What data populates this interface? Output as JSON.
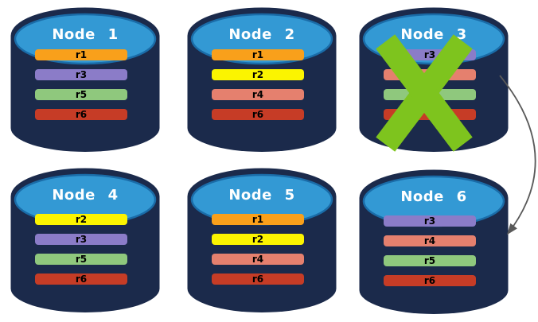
{
  "colors": {
    "cylinder_body": "#1B2A4B",
    "cylinder_outline": "#3A4E6E",
    "cylinder_top": "#3399D4",
    "cylinder_top_stroke": "#1A6CA8",
    "title_text": "#FFFFFF",
    "bar_text": "#000000",
    "replica_r1": "#F9A01B",
    "replica_r2": "#FBF400",
    "replica_r3": "#8B7CC8",
    "replica_r4": "#E5806E",
    "replica_r5": "#8FC87D",
    "replica_r6": "#C63C26"
  },
  "nodes": [
    {
      "title": "Node 1",
      "bars": [
        {
          "label": "r1",
          "color": "#F9A01B"
        },
        {
          "label": "r3",
          "color": "#8B7CC8"
        },
        {
          "label": "r5",
          "color": "#8FC87D"
        },
        {
          "label": "r6",
          "color": "#C63C26"
        }
      ]
    },
    {
      "title": "Node 2",
      "bars": [
        {
          "label": "r1",
          "color": "#F9A01B"
        },
        {
          "label": "r2",
          "color": "#FBF400"
        },
        {
          "label": "r4",
          "color": "#E5806E"
        },
        {
          "label": "r6",
          "color": "#C63C26"
        }
      ]
    },
    {
      "title": "Node 3",
      "bars": [
        {
          "label": "r3",
          "color": "#8B7CC8"
        },
        {
          "label": "",
          "color": "#E5806E"
        },
        {
          "label": "",
          "color": "#8FC87D"
        },
        {
          "label": "",
          "color": "#C63C26"
        }
      ]
    },
    {
      "title": "Node 4",
      "bars": [
        {
          "label": "r2",
          "color": "#FBF400"
        },
        {
          "label": "r3",
          "color": "#8B7CC8"
        },
        {
          "label": "r5",
          "color": "#8FC87D"
        },
        {
          "label": "r6",
          "color": "#C63C26"
        }
      ]
    },
    {
      "title": "Node 5",
      "bars": [
        {
          "label": "r1",
          "color": "#F9A01B"
        },
        {
          "label": "r2",
          "color": "#FBF400"
        },
        {
          "label": "r4",
          "color": "#E5806E"
        },
        {
          "label": "r6",
          "color": "#C63C26"
        }
      ]
    },
    {
      "title": "Node 6",
      "bars": [
        {
          "label": "r3",
          "color": "#8B7CC8"
        },
        {
          "label": "r4",
          "color": "#E5806E"
        },
        {
          "label": "r5",
          "color": "#8FC87D"
        },
        {
          "label": "r6",
          "color": "#C63C26"
        }
      ]
    }
  ],
  "failure": {
    "node": "Node 3",
    "x_color": "#7EC41E"
  },
  "arrow": {
    "from": "Node 3",
    "to": "Node 6",
    "color": "#595959"
  }
}
